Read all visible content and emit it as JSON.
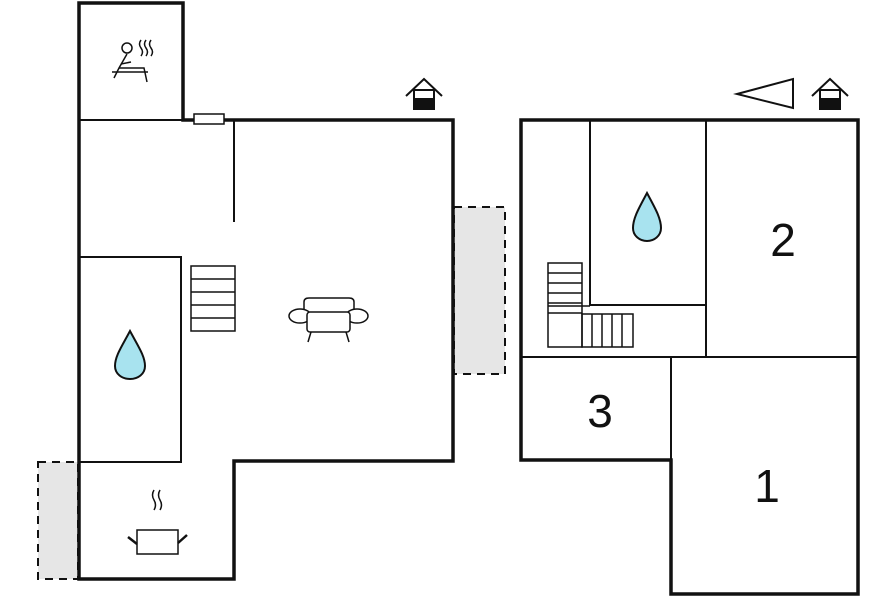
{
  "floorplan": {
    "room_labels": [
      "2",
      "3",
      "1"
    ],
    "colors": {
      "wall": "#111111",
      "terrace": "#e6e6e6",
      "water": "#a8e3ef",
      "background": "#ffffff"
    },
    "icons": {
      "left_plan": [
        "sauna-icon",
        "entrance-icon",
        "sofa-icon",
        "stairs-icon",
        "bathroom-icon",
        "kitchen-icon"
      ],
      "right_plan": [
        "direction-arrow-icon",
        "entrance-icon",
        "bathroom-icon",
        "stairs-icon"
      ]
    }
  }
}
